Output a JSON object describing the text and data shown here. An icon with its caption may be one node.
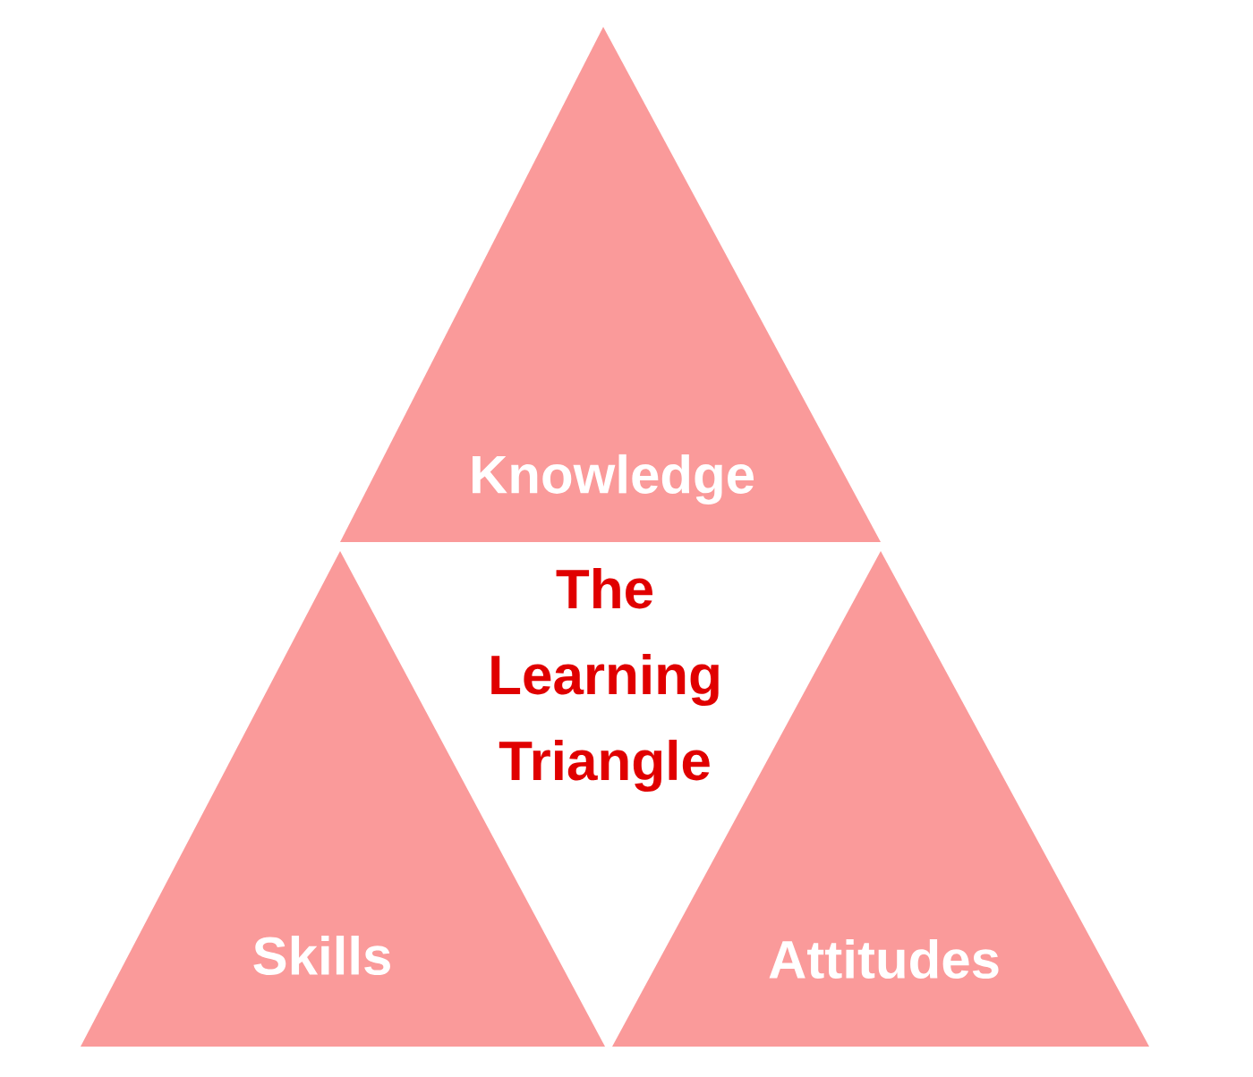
{
  "diagram": {
    "title": "The Learning Triangle",
    "nodes": [
      {
        "text": [
          "Knowledge"
        ]
      },
      {
        "text": [
          "Skills"
        ]
      },
      {
        "text": [
          "Attitudes"
        ]
      }
    ]
  }
}
